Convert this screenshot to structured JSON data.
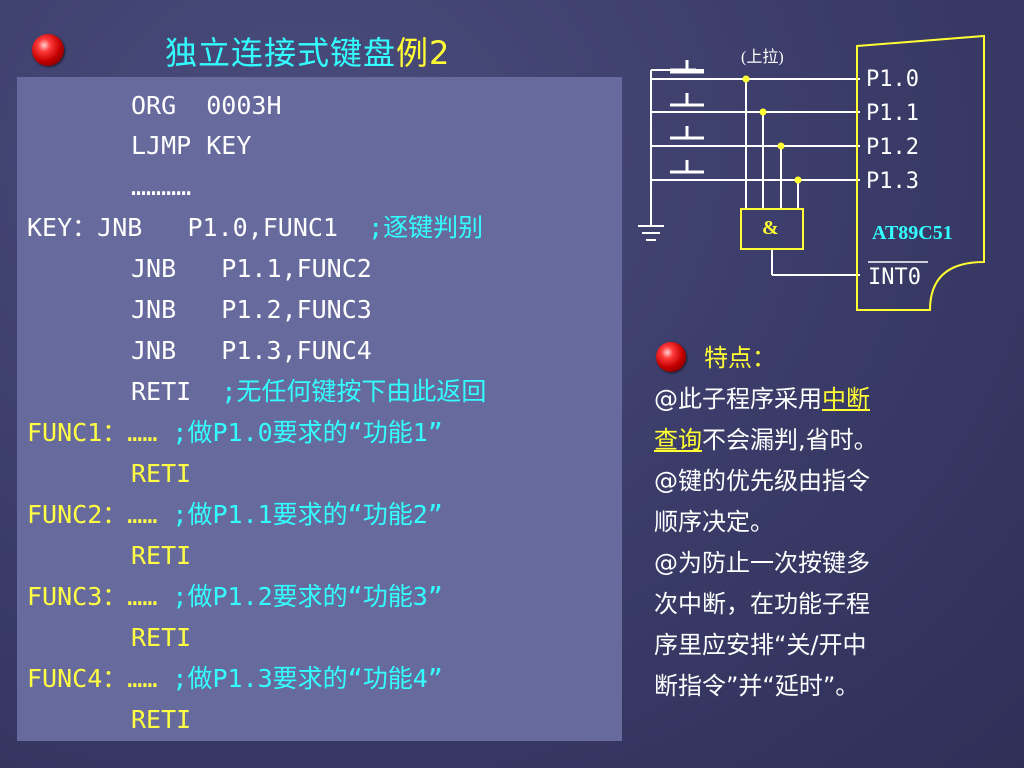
{
  "slide": {
    "title_main": "独立连接式键盘",
    "title_suffix": "例2"
  },
  "code": {
    "lines": [
      {
        "label": "",
        "indent": "    ",
        "text": "ORG  0003H",
        "comment": ""
      },
      {
        "label": "",
        "indent": "    ",
        "text": "LJMP KEY",
        "comment": ""
      },
      {
        "label": "",
        "indent": "    ",
        "text": "…………",
        "comment": ""
      },
      {
        "label": "KEY：",
        "indent": "",
        "text": "JNB   P1.0,FUNC1  ",
        "comment": ";逐键判别"
      },
      {
        "label": "",
        "indent": "    ",
        "text": "JNB   P1.1,FUNC2",
        "comment": ""
      },
      {
        "label": "",
        "indent": "    ",
        "text": "JNB   P1.2,FUNC3",
        "comment": ""
      },
      {
        "label": "",
        "indent": "    ",
        "text": "JNB   P1.3,FUNC4",
        "comment": ""
      },
      {
        "label": "",
        "indent": "    ",
        "text": "RETI  ",
        "comment": ";无任何键按下由此返回"
      },
      {
        "label": "FUNC1：",
        "indent": "",
        "text": "…… ",
        "comment": ";做P1.0要求的“功能1”"
      },
      {
        "label": "",
        "indent": "    ",
        "text": "RETI",
        "comment": ""
      },
      {
        "label": "FUNC2：",
        "indent": "",
        "text": "…… ",
        "comment": ";做P1.1要求的“功能2”"
      },
      {
        "label": "",
        "indent": "    ",
        "text": "RETI",
        "comment": ""
      },
      {
        "label": "FUNC3：",
        "indent": "",
        "text": "…… ",
        "comment": ";做P1.2要求的“功能3”"
      },
      {
        "label": "",
        "indent": "    ",
        "text": "RETI",
        "comment": ""
      },
      {
        "label": "FUNC4：",
        "indent": "",
        "text": "…… ",
        "comment": ";做P1.3要求的“功能4”"
      },
      {
        "label": "",
        "indent": "    ",
        "text": "RETI",
        "comment": ""
      }
    ]
  },
  "circuit": {
    "pullup_label": "(上拉)",
    "pins": [
      "P1.0",
      "P1.1",
      "P1.2",
      "P1.3"
    ],
    "chip_name": "AT89C51",
    "int_pin": "INT0",
    "and_gate": "&"
  },
  "features": {
    "heading": "特点：",
    "p1_before": "@此子程序采用",
    "p1_link_a": "中断",
    "p1_link_b": "查询",
    "p1_after": "不会漏判,省时。",
    "p2_l1": "@键的优先级由指令",
    "p2_l2": "顺序决定。",
    "p3_l1": "@为防止一次按键多",
    "p3_l2": "次中断，在功能子程",
    "p3_l3": "序里应安排“关/开中",
    "p3_l4": "断指令”并“延时”。"
  },
  "colors": {
    "background": "#3a3b68",
    "code_panel": "#676a9c",
    "cyan": "#33ffff",
    "yellow": "#ffff44",
    "white": "#ffffff"
  }
}
